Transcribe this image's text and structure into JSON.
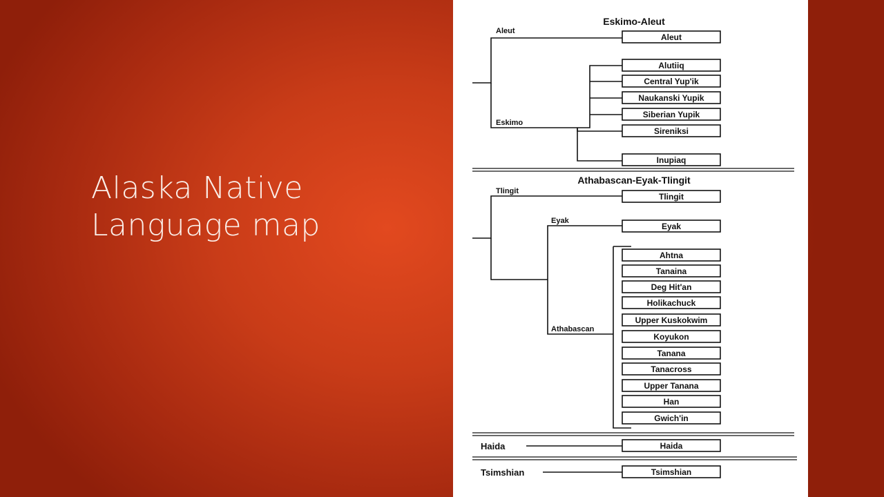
{
  "slide": {
    "title_line1": "Alaska Native",
    "title_line2": "Language map"
  },
  "diagram": {
    "sections": [
      {
        "name": "Eskimo-Aleut"
      },
      {
        "name": "Athabascan-Eyak-Tlingit"
      }
    ],
    "branches": {
      "aleut": "Aleut",
      "eskimo": "Eskimo",
      "tlingit": "Tlingit",
      "eyak": "Eyak",
      "athabascan": "Athabascan",
      "haida": "Haida",
      "tsimshian": "Tsimshian"
    },
    "languages": [
      "Aleut",
      "Alutiiq",
      "Central Yup'ik",
      "Naukanski Yupik",
      "Siberian Yupik",
      "Sireniksi",
      "Inupiaq",
      "Tlingit",
      "Eyak",
      "Ahtna",
      "Tanaina",
      "Deg Hit'an",
      "Holikachuck",
      "Upper Kuskokwim",
      "Koyukon",
      "Tanana",
      "Tanacross",
      "Upper Tanana",
      "Han",
      "Gwich'in",
      "Haida",
      "Tsimshian"
    ]
  }
}
